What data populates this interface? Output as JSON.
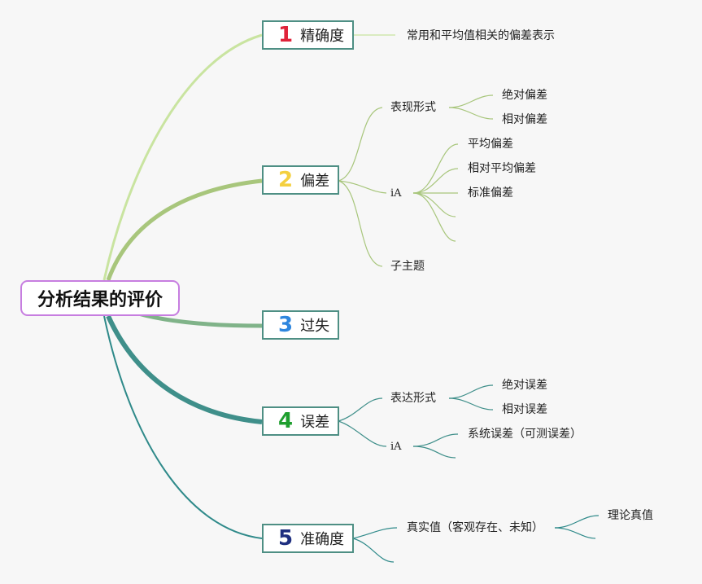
{
  "root": {
    "label": "分析结果的评价"
  },
  "topics": [
    {
      "num": "1",
      "num_color": "#e0233a",
      "label": "精确度"
    },
    {
      "num": "2",
      "num_color": "#f4d03f",
      "label": "偏差"
    },
    {
      "num": "3",
      "num_color": "#2e86de",
      "label": "过失"
    },
    {
      "num": "4",
      "num_color": "#1e9e2e",
      "label": "误差"
    },
    {
      "num": "5",
      "num_color": "#1f2f80",
      "label": "准确度"
    }
  ],
  "precision": {
    "note": "常用和平均值相关的偏差表示"
  },
  "bias": {
    "form": "表现形式",
    "form_items": [
      "绝对偏差",
      "相对偏差"
    ],
    "ia": "iA",
    "ia_items": [
      "平均偏差",
      "相对平均偏差",
      "标准偏差"
    ],
    "sub": "子主题"
  },
  "error": {
    "form": "表达形式",
    "form_items": [
      "绝对误差",
      "相对误差"
    ],
    "ia": "iA",
    "ia_items": [
      "系统误差（可测误差）"
    ]
  },
  "accuracy": {
    "true_value": "真实值（客观存在、未知）",
    "true_items": [
      "理论真值"
    ]
  },
  "colors": {
    "branch1": "#c5e29b",
    "branch2": "#a5c57a",
    "branch3": "#7fb286",
    "branch4": "#3f8f8a",
    "branch5": "#2f8a8a",
    "root_border": "#c77ee0",
    "node_border": "#4e8f84"
  }
}
